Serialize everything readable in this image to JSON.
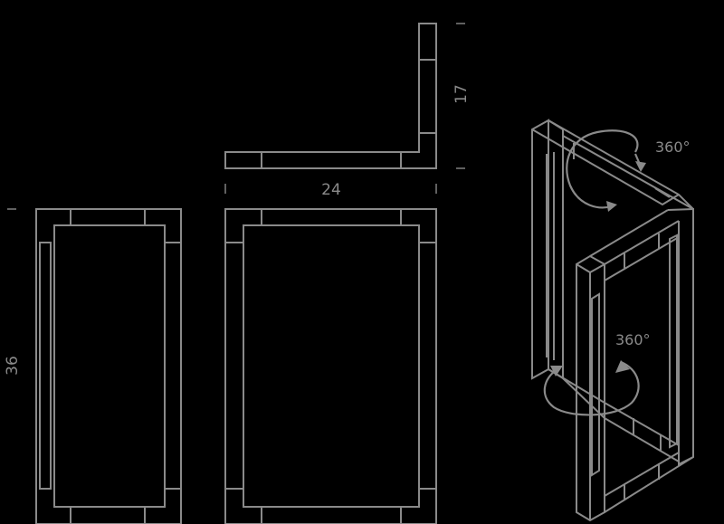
{
  "dimensions": {
    "width": "24",
    "height": "36",
    "depth": "17"
  },
  "rotation_labels": {
    "upper": "360°",
    "lower": "360°"
  },
  "colors": {
    "background": "#000000",
    "line": "#8a8a8a"
  }
}
